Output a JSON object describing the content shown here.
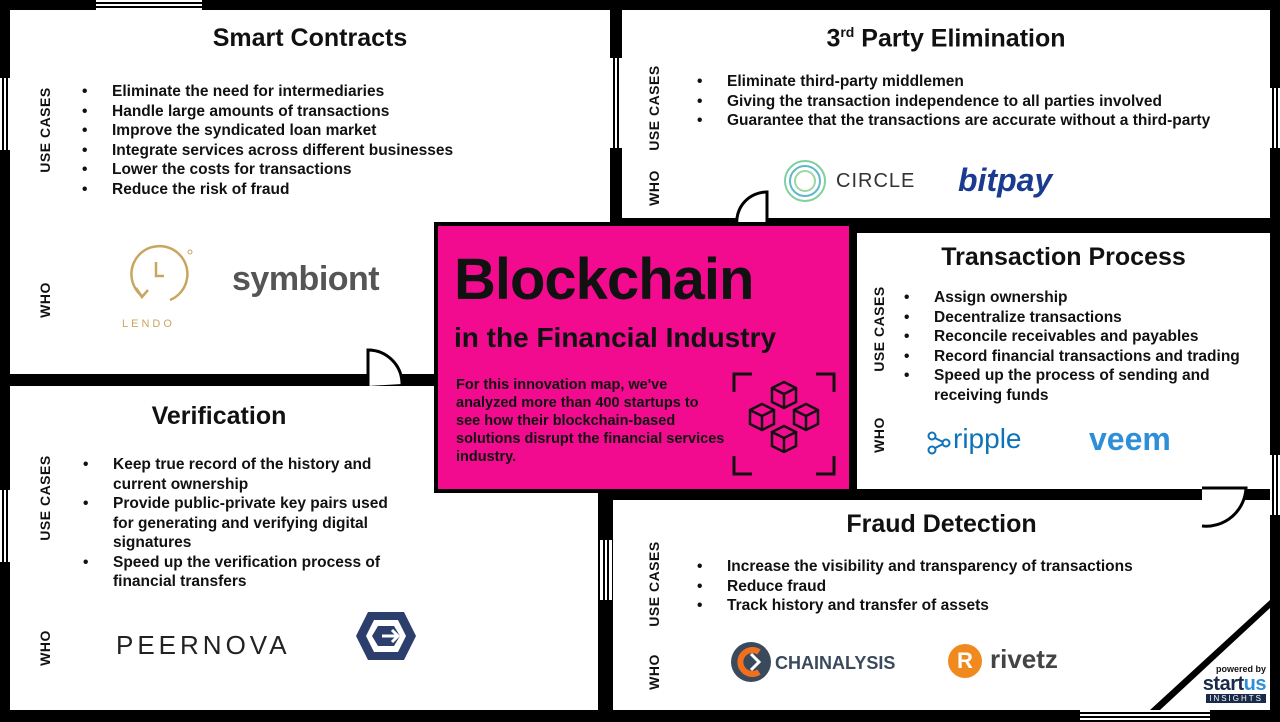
{
  "labels": {
    "use_cases": "USE CASES",
    "who": "WHO"
  },
  "center": {
    "title": "Blockchain",
    "subtitle": "in the Financial Industry",
    "description": "For this innovation map, we've analyzed more than 400 startups to see how their blockchain-based solutions disrupt the financial services industry."
  },
  "smart_contracts": {
    "title": "Smart Contracts",
    "use_cases": [
      "Eliminate the need for intermediaries",
      "Handle large amounts of transactions",
      "Improve the syndicated loan market",
      "Integrate services across different businesses",
      "Lower the costs for transactions",
      "Reduce the risk of fraud"
    ],
    "who": {
      "lendo": "LENDO",
      "symbiont": "symbiont"
    }
  },
  "third_party": {
    "title_prefix": "3",
    "title_sup": "rd",
    "title_rest": " Party Elimination",
    "use_cases": [
      "Eliminate third-party middlemen",
      "Giving the transaction independence to all parties involved",
      "Guarantee that the transactions are accurate without a third-party"
    ],
    "who": {
      "circle": "CIRCLE",
      "bitpay": "bitpay"
    }
  },
  "transaction_process": {
    "title": "Transaction Process",
    "use_cases": [
      "Assign ownership",
      "Decentralize transactions",
      "Reconcile receivables and payables",
      "Record financial transactions and trading",
      "Speed up the process of sending and receiving funds"
    ],
    "who": {
      "ripple": "ripple",
      "veem": "veem"
    }
  },
  "verification": {
    "title": "Verification",
    "use_cases": [
      "Keep true record of the history and current ownership",
      "Provide public-private key pairs used for generating and verifying digital signatures",
      "Speed up the verification process of financial transfers"
    ],
    "who": {
      "peernova": "PEERNOVA"
    }
  },
  "fraud_detection": {
    "title": "Fraud Detection",
    "use_cases": [
      "Increase the visibility and transparency of transactions",
      "Reduce fraud",
      "Track history and transfer of assets"
    ],
    "who": {
      "chainalysis": "CHAINALYSIS",
      "rivetz": "rivetz"
    }
  },
  "branding": {
    "powered_by": "powered by",
    "start": "start",
    "us": "us",
    "insights": "INSIGHTS"
  },
  "colors": {
    "center_bg": "#f20a8f",
    "bitpay_blue": "#1a3b8f",
    "ripple_blue": "#0f73b8",
    "veem_blue": "#2e8fd8",
    "rivetz_orange": "#f08a1e",
    "lendo_gold": "#c9a660",
    "chainalysis_orange": "#f0701e"
  }
}
